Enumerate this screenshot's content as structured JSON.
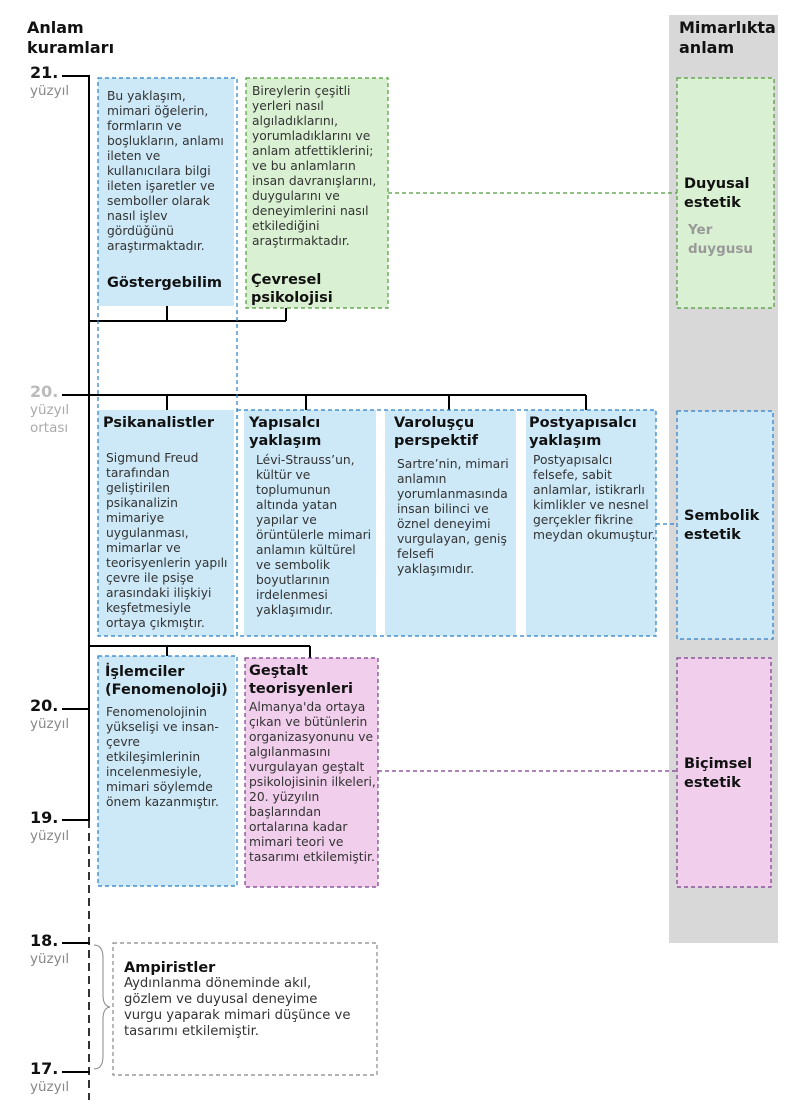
{
  "headers": {
    "left": "Anlam\nkuramları",
    "right": "Mimarlıkta\nanlam"
  },
  "timeline": [
    {
      "num": "21.",
      "label": "yüzyıl"
    },
    {
      "num": "20.",
      "label": "yüzyıl\nortası"
    },
    {
      "num": "20.",
      "label": "yüzyıl"
    },
    {
      "num": "19.",
      "label": "yüzyıl"
    },
    {
      "num": "18.",
      "label": "yüzyıl"
    },
    {
      "num": "17.",
      "label": "yüzyıl"
    }
  ],
  "theories": {
    "gostergebilim": {
      "title": "Göstergebilim",
      "text": "Bu yaklaşım, mimari öğelerin, formların ve boşlukların, anlamı ileten ve kullanıcılara bilgi ileten işaretler ve semboller olarak nasıl işlev gördüğünü araştırmaktadır."
    },
    "cevresel": {
      "title": "Çevresel\npsikolojisi",
      "text": "Bireylerin çeşitli yerleri nasıl algıladıklarını, yorumladıklarını ve anlam atfettiklerini; ve bu anlamların insan davranışlarını, duygularını ve deneyimlerini nasıl etkilediğini araştırmaktadır."
    },
    "psikanalistler": {
      "title": "Psikanalistler",
      "text": "Sigmund Freud tarafından geliştirilen psikanalizin mimariye uygulanması, mimarlar ve teorisyenlerin yapılı çevre ile psişe arasındaki ilişkiyi keşfetmesiyle ortaya çıkmıştır."
    },
    "yapisalci": {
      "title": "Yapısalcı\nyaklaşım",
      "text": "Lévi-Strauss’un, kültür ve toplumunun altında yatan yapılar ve örüntülerle mimari anlamın kültürel ve sembolik boyutlarının irdelenmesi yaklaşımıdır."
    },
    "varolusu": {
      "title": "Varoluşçu\nperspektif",
      "text": "Sartre’nin, mimari anlamın yorumlanmasında insan bilinci ve öznel deneyimi vurgulayan, geniş felsefi yaklaşımıdır."
    },
    "postyapisalci": {
      "title": "Postyapısalcı\nyaklaşım",
      "text": "Postyapısalcı felsefe, sabit anlamlar, istikrarlı kimlikler ve nesnel gerçekler fikrine meydan okumuştur."
    },
    "islemciler": {
      "title": "İşlemciler\n(Fenomenoloji)",
      "text": "Fenomenolojinin yükselişi ve insan-çevre etkileşimlerinin incelenmesiyle, mimari söylemde önem kazanmıştır."
    },
    "gestalt": {
      "title": "Geştalt\nteorisyenleri",
      "text": "Almanya'da ortaya çıkan ve bütünlerin organizasyonunu ve algılanmasını vurgulayan geştalt psikolojisinin ilkeleri, 20. yüzyılın başlarından ortalarına kadar mimari teori ve tasarımı etkilemiştir."
    },
    "ampiristler": {
      "title": "Ampiristler",
      "text": "Aydınlanma döneminde akıl, gözlem ve duyusal deneyime vurgu yaparak mimari düşünce ve tasarımı etkilemiştir."
    }
  },
  "aspects": {
    "duyusal": {
      "title": "Duyusal\nestetik",
      "sub": "Yer\nduygusu"
    },
    "sembolik": {
      "title": "Sembolik\nestetik"
    },
    "bicimsel": {
      "title": "Biçimsel\nestetik"
    }
  },
  "colors": {
    "blue_fill": "#cde9f8",
    "blue_line": "#2a7fc8",
    "green_fill": "#d9f1d2",
    "green_line": "#4e9a3a",
    "pink_fill": "#f1cfec",
    "pink_line": "#7a3b8c",
    "gray_column": "#d8d8d8"
  }
}
